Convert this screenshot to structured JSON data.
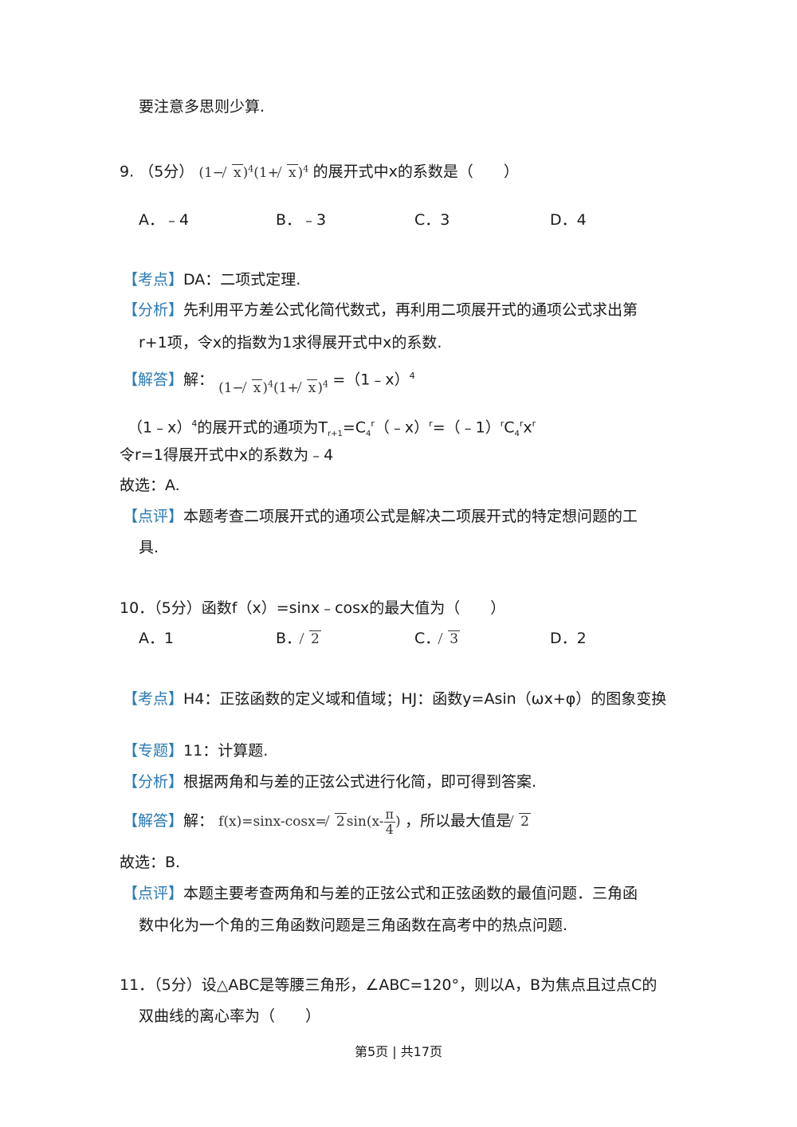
{
  "top_line": "要注意多思则少算.",
  "q9": {
    "number": "9.",
    "score": "（5分）",
    "stem_tail": "的展开式中x的系数是（　　）",
    "options": [
      "A．﹣4",
      "B．﹣3",
      "C．3",
      "D．4"
    ],
    "kaodian_tag": "【考点】",
    "kaodian": "DA：二项式定理.",
    "fenxi_tag": "【分析】",
    "fenxi_1": "先利用平方差公式化简代数式，再利用二项展开式的通项公式求出第",
    "fenxi_2": "r+1项，令x的指数为1求得展开式中x的系数.",
    "jieda_tag": "【解答】",
    "jieda_lead": "解：",
    "jieda_eq": "=（1﹣x）",
    "line_a": "（1﹣x）",
    "line_a2": "的展开式的通项为T",
    "line_a3": "=C",
    "line_a4": "（﹣x）",
    "line_a5": "=（﹣1）",
    "line_a6": "C",
    "line_b": "令r=1得展开式中x的系数为﹣4",
    "guxuan": "故选：A.",
    "dianping_tag": "【点评】",
    "dianping_1": "本题考查二项展开式的通项公式是解决二项展开式的特定想问题的工",
    "dianping_2": "具."
  },
  "q10": {
    "stem": "10．（5分）函数f（x）=sinx﹣cosx的最大值为（　　）",
    "opt_a": "A．1",
    "opt_b": "B．",
    "opt_c": "C．",
    "opt_d": "D．2",
    "kaodian_tag": "【考点】",
    "kaodian": "H4：正弦函数的定义域和值域；HJ：函数y=Asin（ωx+φ）的图象变换",
    "zhuanti_tag": "【专题】",
    "zhuanti": "11：计算题.",
    "fenxi_tag": "【分析】",
    "fenxi": "根据两角和与差的正弦公式进行化简，即可得到答案.",
    "jieda_tag": "【解答】",
    "jieda_lead": "解：",
    "jieda_f": "f(x)=sinx-cosx=",
    "jieda_sin": "sin(x-",
    "jieda_pi": "π",
    "jieda_four": "4",
    "jieda_close": ")",
    "jieda_tail": "，所以最大值是",
    "guxuan": "故选：B.",
    "dianping_tag": "【点评】",
    "dianping_1": "本题主要考查两角和与差的正弦公式和正弦函数的最值问题．三角函",
    "dianping_2": "数中化为一个角的三角函数问题是三角函数在高考中的热点问题."
  },
  "q11": {
    "line1": "11．（5分）设△ABC是等腰三角形，∠ABC=120°，则以A，B为焦点且过点C的",
    "line2": "双曲线的离心率为（　　）"
  },
  "footer": "第5页 | 共17页"
}
